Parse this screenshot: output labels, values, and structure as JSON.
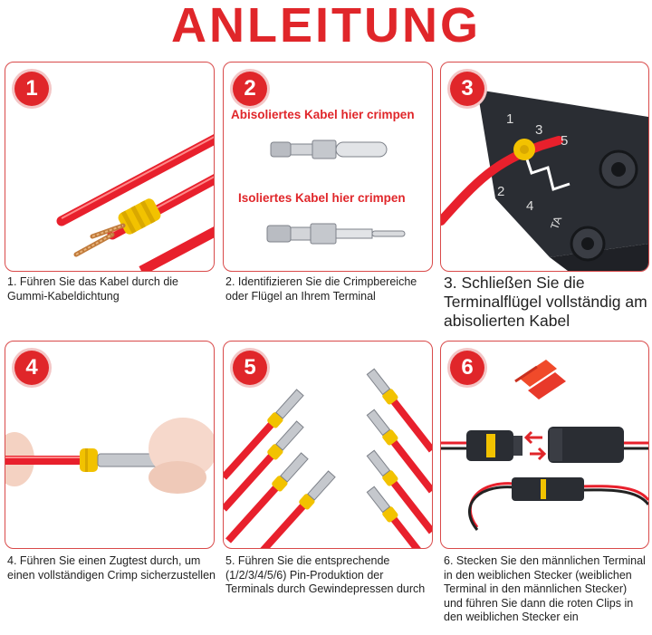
{
  "title": "ANLEITUNG",
  "colors": {
    "accent": "#e0262a",
    "wire": "#e8202c",
    "seal": "#f2c200",
    "metal": "#b9bcc2"
  },
  "steps": [
    {
      "number": "1",
      "caption": "1. Führen Sie das Kabel durch die Gummi-Kabeldichtung"
    },
    {
      "number": "2",
      "caption": "2. Identifizieren Sie die Crimpbereiche oder Flügel an Ihrem Terminal",
      "label_top": "Abisoliertes Kabel hier crimpen",
      "label_bottom": "Isoliertes Kabel hier crimpen"
    },
    {
      "number": "3",
      "caption": "3. Schließen Sie die Terminalflügel vollständig am abisolierten Kabel",
      "tool_marks": [
        "1",
        "3",
        "5",
        "2",
        "4",
        "TA"
      ]
    },
    {
      "number": "4",
      "caption": "4. Führen Sie einen Zugtest durch, um einen vollständigen Crimp sicherzustellen"
    },
    {
      "number": "5",
      "caption": "5. Führen Sie die entsprechende (1/2/3/4/5/6) Pin-Produktion der Terminals durch Gewindepressen durch"
    },
    {
      "number": "6",
      "caption": "6. Stecken Sie den männlichen Terminal in den weiblichen Stecker (weiblichen Terminal in den männlichen Stecker) und führen Sie dann die roten Clips in den weiblichen Stecker ein"
    }
  ]
}
